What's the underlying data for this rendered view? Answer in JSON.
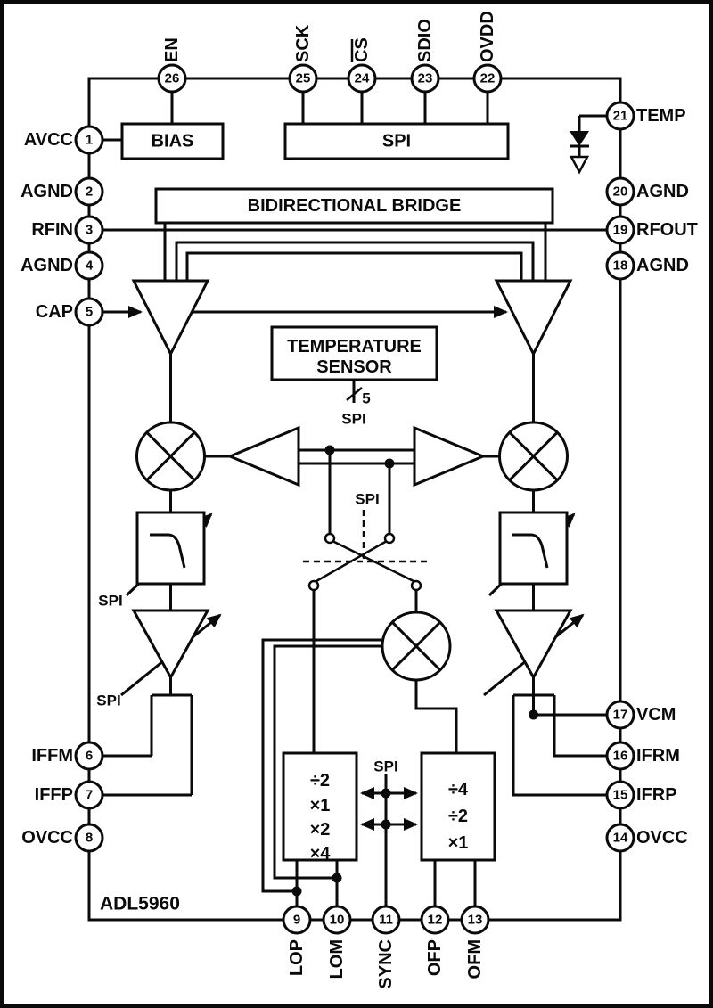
{
  "figure": {
    "part_number": "ADL5960",
    "blocks": {
      "bias": "BIAS",
      "spi_block": "SPI",
      "bridge": "BIDIRECTIONAL BRIDGE",
      "temp_sensor_line1": "TEMPERATURE",
      "temp_sensor_line2": "SENSOR",
      "temp_bus_width": "5",
      "spi_label": "SPI",
      "divider_left": [
        "÷2",
        "×1",
        "×2",
        "×4"
      ],
      "divider_right": [
        "÷4",
        "÷2",
        "×1"
      ]
    },
    "pins": {
      "top": [
        {
          "num": "26",
          "name": "EN"
        },
        {
          "num": "25",
          "name": "SCK"
        },
        {
          "num": "24",
          "name": "CS"
        },
        {
          "num": "23",
          "name": "SDIO"
        },
        {
          "num": "22",
          "name": "OVDD"
        }
      ],
      "left": [
        {
          "num": "1",
          "name": "AVCC"
        },
        {
          "num": "2",
          "name": "AGND"
        },
        {
          "num": "3",
          "name": "RFIN"
        },
        {
          "num": "4",
          "name": "AGND"
        },
        {
          "num": "5",
          "name": "CAP"
        },
        {
          "num": "6",
          "name": "IFFM"
        },
        {
          "num": "7",
          "name": "IFFP"
        },
        {
          "num": "8",
          "name": "OVCC"
        }
      ],
      "right": [
        {
          "num": "21",
          "name": "TEMP"
        },
        {
          "num": "20",
          "name": "AGND"
        },
        {
          "num": "19",
          "name": "RFOUT"
        },
        {
          "num": "18",
          "name": "AGND"
        },
        {
          "num": "17",
          "name": "VCM"
        },
        {
          "num": "16",
          "name": "IFRM"
        },
        {
          "num": "15",
          "name": "IFRP"
        },
        {
          "num": "14",
          "name": "OVCC"
        }
      ],
      "bottom": [
        {
          "num": "9",
          "name": "LOP"
        },
        {
          "num": "10",
          "name": "LOM"
        },
        {
          "num": "11",
          "name": "SYNC"
        },
        {
          "num": "12",
          "name": "OFP"
        },
        {
          "num": "13",
          "name": "OFM"
        }
      ]
    }
  }
}
